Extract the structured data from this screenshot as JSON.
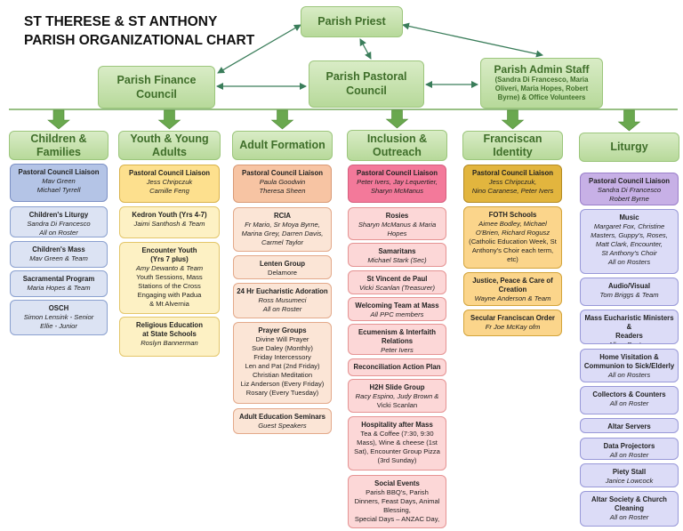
{
  "title": {
    "line1": "ST THERESE & ST ANTHONY",
    "line2": "PARISH ORGANIZATIONAL CHART"
  },
  "top": {
    "priest": "Parish Priest",
    "finance": [
      "Parish Finance",
      "Council"
    ],
    "pastoral": [
      "Parish Pastoral",
      "Council"
    ],
    "admin": {
      "title": "Parish Admin Staff",
      "detail": [
        "(Sandra Di Francesco, Maria",
        "Oliveri, Maria Hopes, Robert",
        "Byrne) & Office Volunteers"
      ]
    }
  },
  "columns": [
    {
      "header": [
        "Children & Families"
      ],
      "cards": [
        {
          "title": [
            "Pastoral Council Liaison"
          ],
          "italic": [
            "Mav Green",
            "Michael Tyrrell"
          ],
          "plain": []
        },
        {
          "title": [
            "Children's Liturgy"
          ],
          "italic": [
            "Sandra Di Francesco",
            "All on Roster"
          ],
          "plain": []
        },
        {
          "title": [
            "Children's Mass"
          ],
          "italic": [
            "Mav Green & Team"
          ],
          "plain": []
        },
        {
          "title": [
            "Sacramental Program"
          ],
          "italic": [
            "Maria Hopes & Team"
          ],
          "plain": []
        },
        {
          "title": [
            "OSCH"
          ],
          "italic": [
            "Simon Lensink - Senior",
            "Ellie - Junior"
          ],
          "plain": []
        }
      ]
    },
    {
      "header": [
        "Youth & Young",
        "Adults"
      ],
      "cards": [
        {
          "title": [
            "Pastoral Council Liaison"
          ],
          "italic": [
            "Jess Chripczuk",
            "Camille Feng"
          ],
          "plain": []
        },
        {
          "title": [
            "Kedron Youth (Yrs 4-7)"
          ],
          "italic": [
            "Jaimi Santhosh & Team"
          ],
          "plain": []
        },
        {
          "title": [
            "Encounter Youth",
            "(Yrs 7 plus)"
          ],
          "italic": [
            "Amy Dewanto & Team"
          ],
          "plain": [
            "Youth Sessions, Mass",
            "Stations of the Cross",
            "Engaging with Padua",
            "& Mt Alvernia"
          ]
        },
        {
          "title": [
            "Religious Education",
            "at State Schools"
          ],
          "italic": [
            "Roslyn Bannerman"
          ],
          "plain": []
        }
      ]
    },
    {
      "header": [
        "Adult Formation"
      ],
      "cards": [
        {
          "title": [
            "Pastoral Council Liaison"
          ],
          "italic": [
            "Paula Goodwin",
            "Theresa Sheen"
          ],
          "plain": []
        },
        {
          "title": [
            "RCIA"
          ],
          "italic": [
            "Fr Mario, Sr Moya Byrne,",
            "Marina Grey, Darren Davis,",
            "Carmel Taylor"
          ],
          "plain": []
        },
        {
          "title": [
            "Lenten Group"
          ],
          "italic": [],
          "plain": [
            "Delamore"
          ]
        },
        {
          "title": [
            "24 Hr Eucharistic Adoration"
          ],
          "italic": [
            "Ross Musumeci",
            "All on Roster"
          ],
          "plain": []
        },
        {
          "title": [
            "Prayer Groups"
          ],
          "italic": [],
          "plain": [
            "Divine Will Prayer",
            "Sue Daley (Monthly)",
            "Friday Intercessory",
            "Len and Pat (2nd Friday)",
            "Christian Meditation",
            "Liz Anderson (Every Friday)",
            "Rosary (Every Tuesday)"
          ]
        },
        {
          "title": [
            "Adult Education Seminars"
          ],
          "italic": [
            "Guest Speakers"
          ],
          "plain": []
        }
      ]
    },
    {
      "header": [
        "Inclusion &",
        "Outreach"
      ],
      "cards": [
        {
          "title": [
            "Pastoral Council Liaison"
          ],
          "italic": [
            "Peter Ivers, Jay Lequertier,",
            "Sharyn McManus"
          ],
          "plain": []
        },
        {
          "title": [
            "Rosies"
          ],
          "italic": [
            "Sharyn McManus & Maria",
            "Hopes"
          ],
          "plain": []
        },
        {
          "title": [
            "Samaritans"
          ],
          "italic": [
            "Michael Stark (Sec)"
          ],
          "plain": []
        },
        {
          "title": [
            "St Vincent de Paul"
          ],
          "italic": [
            "Vicki Scanlan (Treasurer)"
          ],
          "plain": []
        },
        {
          "title": [
            "Welcoming Team at Mass"
          ],
          "italic": [
            "All PPC members"
          ],
          "plain": []
        },
        {
          "title": [
            "Ecumenism & Interfaith",
            "Relations"
          ],
          "italic": [
            "Peter Ivers"
          ],
          "plain": []
        },
        {
          "title": [
            "Reconciliation Action Plan"
          ],
          "italic": [],
          "plain": []
        },
        {
          "title": [
            "H2H Slide Group"
          ],
          "italic": [
            "Racy Espino, Judy Brown &"
          ],
          "plain": [
            "Vicki Scanlan"
          ]
        },
        {
          "title": [
            "Hospitality after Mass"
          ],
          "italic": [],
          "plain": [
            "Tea & Coffee (7:30, 9:30",
            "Mass), Wine & cheese (1st",
            "Sat), Encounter Group Pizza",
            "(3rd Sunday)"
          ]
        },
        {
          "title": [
            "Social Events"
          ],
          "italic": [],
          "plain": [
            "Parish BBQ's, Parish",
            "Dinners, Feast Days, Animal",
            "Blessing,",
            "Special Days – ANZAC Day,"
          ]
        }
      ]
    },
    {
      "header": [
        "Franciscan Identity"
      ],
      "cards": [
        {
          "title": [
            "Pastoral Council Liaison"
          ],
          "italic": [
            "Jess Chripczuk,",
            "Nino Caranese, Peter Ivers"
          ],
          "plain": []
        },
        {
          "title": [
            "FOTH Schools"
          ],
          "italic": [
            "Aimee Bodley, Michael",
            "O'Brien, Richard Rogusz"
          ],
          "plain": [
            "(Catholic Education Week, St",
            "Anthony's Choir each term,",
            "etc)"
          ]
        },
        {
          "title": [
            "Justice, Peace & Care of",
            "Creation"
          ],
          "italic": [
            "Wayne Anderson & Team"
          ],
          "plain": []
        },
        {
          "title": [
            "Secular Franciscan Order"
          ],
          "italic": [
            "Fr Joe McKay ofm"
          ],
          "plain": []
        }
      ]
    },
    {
      "header": [
        "Liturgy"
      ],
      "cards": [
        {
          "title": [
            "Pastoral Council Liaison"
          ],
          "italic": [
            "Sandra Di Francesco",
            "Robert Byrne"
          ],
          "plain": []
        },
        {
          "title": [
            "Music"
          ],
          "italic": [
            "Margaret Fox, Christine",
            "Masters, Guppy's, Roses,",
            "Matt Clark, Encounter,",
            "St Anthony's Choir",
            "All on Rosters"
          ],
          "plain": []
        },
        {
          "title": [
            "Audio/Visual"
          ],
          "italic": [
            "Tom Briggs & Team"
          ],
          "plain": []
        },
        {
          "title": [
            "Mass Eucharistic Ministers &",
            "Readers"
          ],
          "italic": [
            "All on Rosters"
          ],
          "plain": []
        },
        {
          "title": [
            "Home Visitation &",
            "Communion to Sick/Elderly"
          ],
          "italic": [
            "All on Rosters"
          ],
          "plain": []
        },
        {
          "title": [
            "Collectors & Counters"
          ],
          "italic": [
            "All on Roster"
          ],
          "plain": []
        },
        {
          "title": [
            "Altar Servers"
          ],
          "italic": [],
          "plain": []
        },
        {
          "title": [
            "Data Projectors"
          ],
          "italic": [
            "All on Roster"
          ],
          "plain": []
        },
        {
          "title": [
            "Piety Stall"
          ],
          "italic": [
            "Janice Lowcock"
          ],
          "plain": []
        },
        {
          "title": [
            "Altar Society & Church",
            "Cleaning"
          ],
          "italic": [
            "All on Roster"
          ],
          "plain": []
        }
      ]
    }
  ]
}
